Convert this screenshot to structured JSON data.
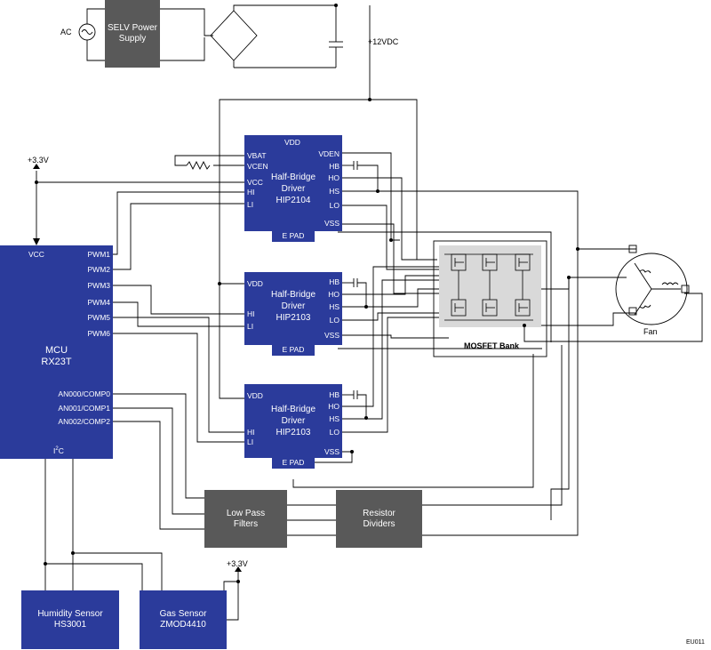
{
  "power": {
    "ac_label": "AC",
    "selv_line1": "SELV Power",
    "selv_line2": "Supply",
    "v12_label": "+12VDC"
  },
  "driver1": {
    "title_line1": "Half-Bridge",
    "title_line2": "Driver",
    "title_line3": "HIP2104",
    "pins": {
      "vdd": "VDD",
      "vbat": "VBAT",
      "vcen": "VCEN",
      "vcc": "VCC",
      "hi": "HI",
      "li": "LI",
      "vden": "VDEN",
      "hb": "HB",
      "ho": "HO",
      "hs": "HS",
      "lo": "LO",
      "vss": "VSS",
      "epad": "E PAD"
    }
  },
  "driver2": {
    "title_line1": "Half-Bridge",
    "title_line2": "Driver",
    "title_line3": "HIP2103",
    "pins": {
      "vdd": "VDD",
      "hi": "HI",
      "li": "LI",
      "hb": "HB",
      "ho": "HO",
      "hs": "HS",
      "lo": "LO",
      "vss": "VSS",
      "epad": "E PAD"
    }
  },
  "driver3": {
    "title_line1": "Half-Bridge",
    "title_line2": "Driver",
    "title_line3": "HIP2103",
    "pins": {
      "vdd": "VDD",
      "hi": "HI",
      "li": "LI",
      "hb": "HB",
      "ho": "HO",
      "hs": "HS",
      "lo": "LO",
      "vss": "VSS",
      "epad": "E PAD"
    }
  },
  "mcu": {
    "vcc": "VCC",
    "title_line1": "MCU",
    "title_line2": "RX23T",
    "pins": [
      "PWM1",
      "PWM2",
      "PWM3",
      "PWM4",
      "PWM5",
      "PWM6"
    ],
    "analog": [
      "AN000/COMP0",
      "AN001/COMP1",
      "AN002/COMP2"
    ],
    "i2c_prefix": "I",
    "i2c_sup": "2",
    "i2c_suffix": "C"
  },
  "v33_top": "+3.3V",
  "v33_bottom": "+3.3V",
  "mosfet_label": "MOSFET Bank",
  "fan_label": "Fan",
  "lpf": {
    "line1": "Low Pass",
    "line2": "Filters"
  },
  "rdiv": {
    "line1": "Resistor",
    "line2": "Dividers"
  },
  "humidity": {
    "line1": "Humidity Sensor",
    "line2": "HS3001"
  },
  "gas": {
    "line1": "Gas Sensor",
    "line2": "ZMOD4410"
  },
  "code": "EU011"
}
